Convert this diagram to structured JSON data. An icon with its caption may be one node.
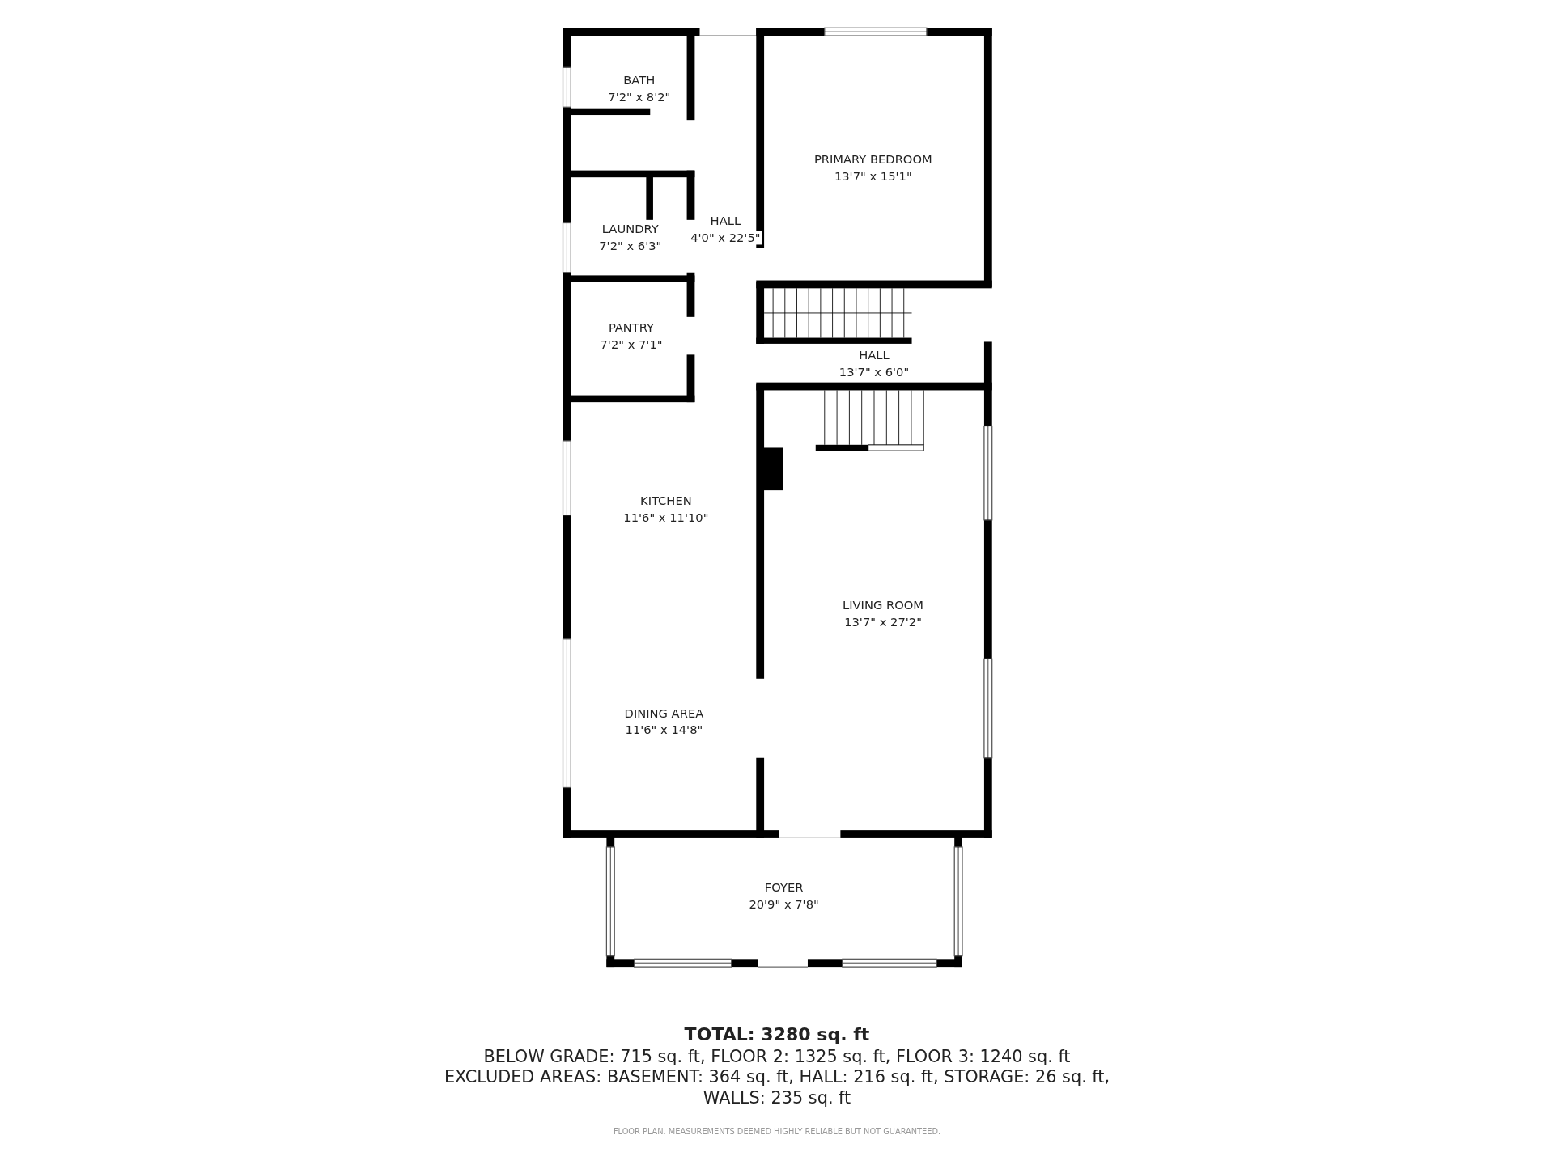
{
  "diagram": {
    "nodes": [
      {
        "text": [
          "BATH",
          "7'2\" x 8'2\""
        ]
      },
      {
        "text": [
          "PRIMARY BEDROOM",
          "13'7\" x 15'1\""
        ]
      },
      {
        "text": [
          "LAUNDRY",
          "7'2\" x 6'3\""
        ]
      },
      {
        "text": [
          "HALL",
          "4'0\" x 22'5\""
        ]
      },
      {
        "text": [
          "PANTRY",
          "7'2\" x 7'1\""
        ]
      },
      {
        "text": [
          "HALL",
          "13'7\" x 6'0\""
        ]
      },
      {
        "text": [
          "KITCHEN",
          "11'6\" x 11'10\""
        ]
      },
      {
        "text": [
          "LIVING ROOM",
          "13'7\" x 27'2\""
        ]
      },
      {
        "text": [
          "DINING AREA",
          "11'6\" x 14'8\""
        ]
      },
      {
        "text": [
          "FOYER",
          "20'9\" x 7'8\""
        ]
      }
    ],
    "edges": [],
    "labels": [
      "TOTAL: 3280 sq. ft",
      "BELOW GRADE: 715 sq. ft, FLOOR 2: 1325 sq. ft, FLOOR 3: 1240 sq. ft",
      "EXCLUDED AREAS: BASEMENT: 364 sq. ft, HALL: 216 sq. ft, STORAGE: 26 sq. ft, WALLS: 235 sq. ft",
      "FLOOR PLAN. MEASUREMENTS DEEMED HIGHLY RELIABLE BUT NOT GUARANTEED."
    ]
  }
}
